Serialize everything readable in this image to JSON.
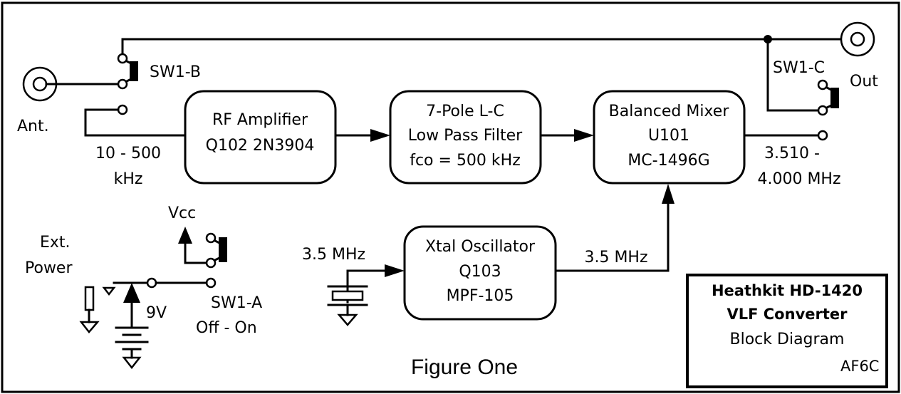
{
  "caption": "Figure One",
  "blocks": {
    "rf_amp": [
      "RF Amplifier",
      "Q102 2N3904"
    ],
    "lpf": [
      "7-Pole L-C",
      "Low Pass Filter",
      "fco = 500 kHz"
    ],
    "mixer": [
      "Balanced Mixer",
      "U101",
      "MC-1496G"
    ],
    "osc": [
      "Xtal Oscillator",
      "Q103",
      "MPF-105"
    ]
  },
  "labels": {
    "antenna": "Ant.",
    "sw1b": "SW1-B",
    "sw1c": "SW1-C",
    "out": "Out",
    "input_range": [
      "10 - 500",
      "kHz"
    ],
    "output_range": [
      "3.510 -",
      "4.000 MHz"
    ],
    "vcc": "Vcc",
    "ext_power": [
      "Ext.",
      "Power"
    ],
    "battery": "9V",
    "sw1a": [
      "SW1-A",
      "Off - On"
    ],
    "xtal_freq": "3.5 MHz",
    "osc_out_freq": "3.5 MHz"
  },
  "title_box": {
    "line1": "Heathkit HD-1420",
    "line2": "VLF Converter",
    "line3": "Block Diagram",
    "line4": "AF6C"
  }
}
